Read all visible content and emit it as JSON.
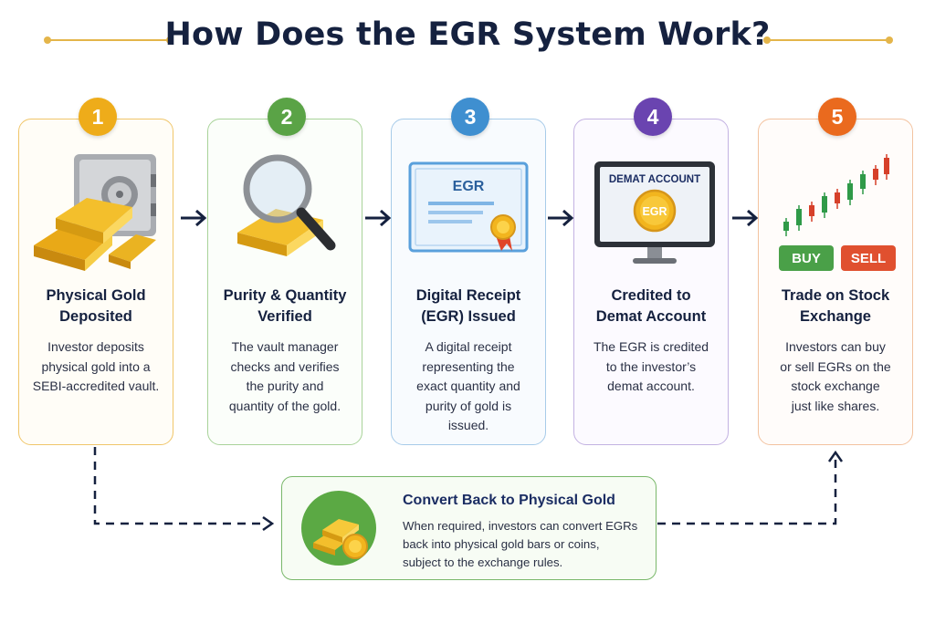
{
  "title": "How Does the EGR System Work?",
  "steps": [
    {
      "number": "1",
      "heading_line1": "Physical Gold",
      "heading_line2": "Deposited",
      "desc": [
        "Investor deposits",
        "physical gold into a",
        "SEBI-accredited vault."
      ]
    },
    {
      "number": "2",
      "heading_line1": "Purity & Quantity",
      "heading_line2": "Verified",
      "desc": [
        "The vault manager",
        "checks and verifies",
        "the purity and",
        "quantity of the gold."
      ]
    },
    {
      "number": "3",
      "heading_line1": "Digital Receipt",
      "heading_line2": "(EGR) Issued",
      "desc": [
        "A digital receipt",
        "representing the",
        "exact quantity and",
        "purity of gold is",
        "issued."
      ]
    },
    {
      "number": "4",
      "heading_line1": "Credited to",
      "heading_line2": "Demat Account",
      "desc": [
        "The EGR is credited",
        "to the investor’s",
        "demat account."
      ]
    },
    {
      "number": "5",
      "heading_line1": "Trade on Stock",
      "heading_line2": "Exchange",
      "desc": [
        "Investors can buy",
        "or sell EGRs on the",
        "stock exchange",
        "just like shares."
      ]
    }
  ],
  "icons": {
    "receipt_label": "EGR",
    "screen_label": "DEMAT ACCOUNT",
    "coin_label": "EGR",
    "buy_label": "BUY",
    "sell_label": "SELL"
  },
  "convert": {
    "title": "Convert Back to Physical Gold",
    "desc": [
      "When required, investors can convert EGRs",
      "back into physical gold bars or coins,",
      "subject to the exchange rules."
    ]
  },
  "colors": {
    "step1": "#eeac1a",
    "step2": "#5aa346",
    "step3": "#3f8fd0",
    "step4": "#6a44b0",
    "step5": "#ea6a1e",
    "navy": "#15213f",
    "gold": "#f2c12e"
  }
}
